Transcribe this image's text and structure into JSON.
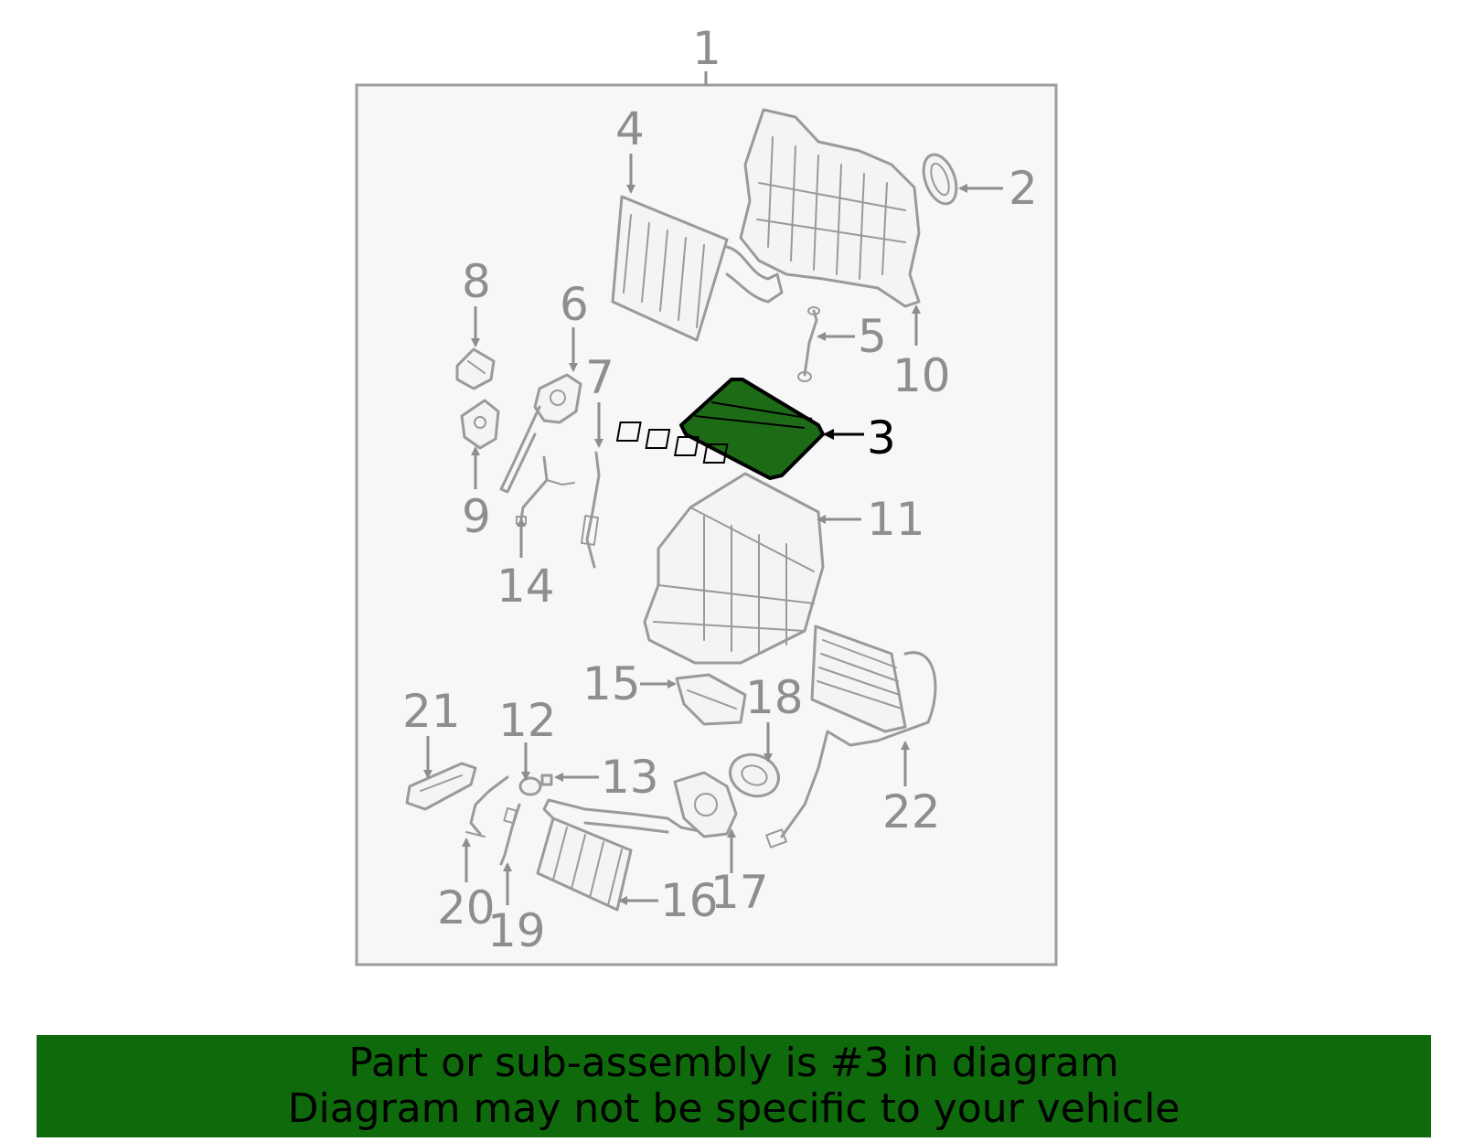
{
  "diagram": {
    "assembly_callout": "1",
    "highlight_color": "#1e6b17",
    "callouts": {
      "c2": "2",
      "c3": "3",
      "c4": "4",
      "c5": "5",
      "c6": "6",
      "c7": "7",
      "c8": "8",
      "c9": "9",
      "c10": "10",
      "c11": "11",
      "c12": "12",
      "c13": "13",
      "c14": "14",
      "c15": "15",
      "c16": "16",
      "c17": "17",
      "c18": "18",
      "c19": "19",
      "c20": "20",
      "c21": "21",
      "c22": "22"
    }
  },
  "banner": {
    "line1": "Part or sub-assembly is #3 in diagram",
    "line2": "Diagram may not be specific to your vehicle",
    "background": "#0f6a0c"
  }
}
